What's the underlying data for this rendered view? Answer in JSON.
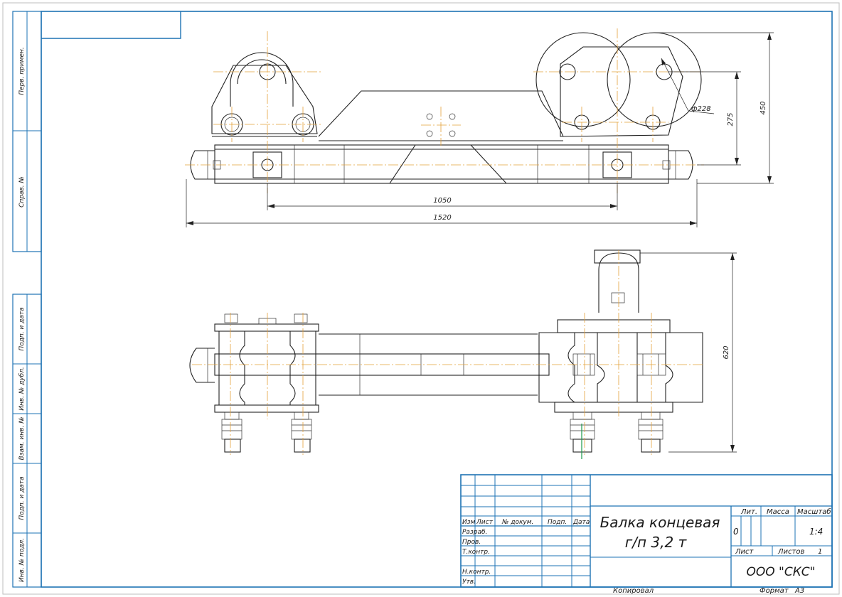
{
  "side_labels": [
    "Перв. примен.",
    "Справ. №",
    "Подп. и дата",
    "Инв. № дубл.",
    "Взам. инв. №",
    "Подп. и дата",
    "Инв. № подл."
  ],
  "dimensions": {
    "d_1050": "1050",
    "d_1520": "1520",
    "d_275": "275",
    "d_450": "450",
    "d_620": "620",
    "d_228": "ф228"
  },
  "title_block": {
    "columns": [
      "Изм",
      "Лист",
      "№ докум.",
      "Подп.",
      "Дата"
    ],
    "roles": [
      "Разраб.",
      "Пров.",
      "Т.контр.",
      "Н.контр.",
      "Утв."
    ],
    "title_line1": "Балка концевая",
    "title_line2": "г/п 3,2 т",
    "lit_label": "Лит.",
    "mass_label": "Масса",
    "scale_label": "Масштаб",
    "lit_value": "0",
    "scale_value": "1:4",
    "sheet_label": "Лист",
    "sheets_label": "Листов",
    "sheets_value": "1",
    "company": "ООО \"СКС\"",
    "copied": "Копировал",
    "format_label": "Формат",
    "format_value": "А3"
  }
}
